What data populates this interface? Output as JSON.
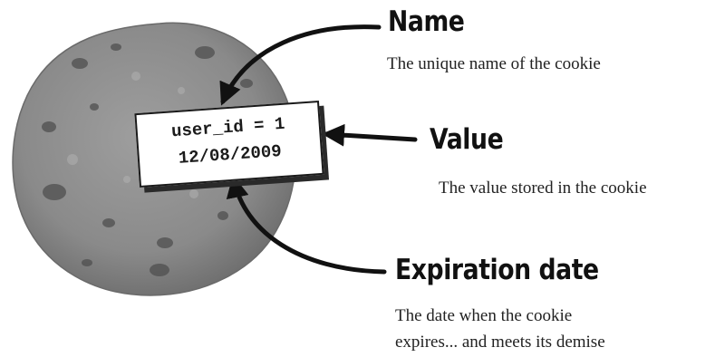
{
  "cookie": {
    "name_value_line": "user_id = 1",
    "expiration_line": "12/08/2009"
  },
  "callouts": {
    "name": {
      "heading": "Name",
      "description": "The unique name of the cookie"
    },
    "value": {
      "heading": "Value",
      "description": "The value stored in the cookie"
    },
    "expiration": {
      "heading": "Expiration date",
      "description_line1": "The date when the cookie",
      "description_line2": "expires... and meets its demise"
    }
  },
  "colors": {
    "cookie_base": "#8c8c8c",
    "cookie_dark": "#5a5a5a",
    "arrow": "#111111",
    "text": "#222222"
  }
}
